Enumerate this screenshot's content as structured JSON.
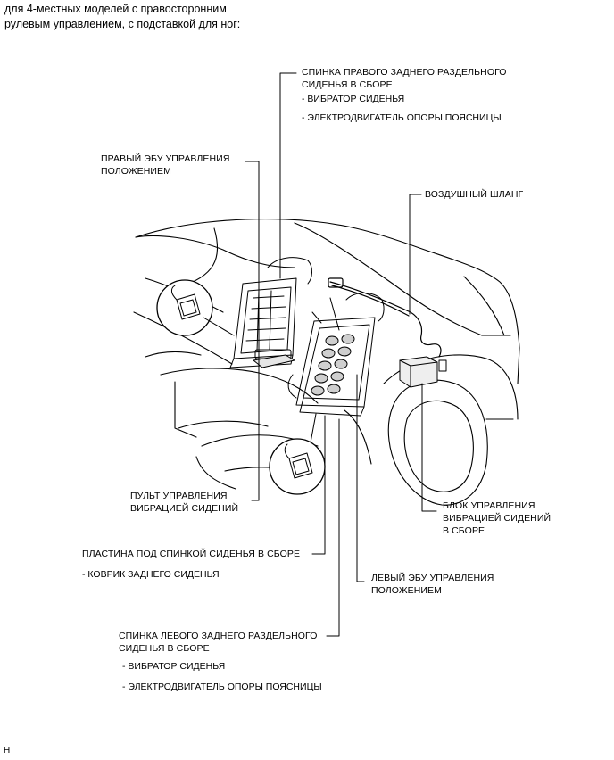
{
  "heading": {
    "line1": "для 4-местных моделей с правосторонним",
    "line2": "рулевым управлением, с подставкой для ног:"
  },
  "callouts": {
    "right_seatback": {
      "line1": "СПИНКА ПРАВОГО ЗАДНЕГО РАЗДЕЛЬНОГО",
      "line2": "СИДЕНЬЯ В СБОРЕ",
      "item1": "- ВИБРАТОР СИДЕНЬЯ",
      "item2": "- ЭЛЕКТРОДВИГАТЕЛЬ ОПОРЫ ПОЯСНИЦЫ"
    },
    "right_ecu": {
      "line1": "ПРАВЫЙ ЭБУ УПРАВЛЕНИЯ",
      "line2": "ПОЛОЖЕНИЕМ"
    },
    "air_hose": {
      "line1": "ВОЗДУШНЫЙ ШЛАНГ"
    },
    "vibration_switch": {
      "line1": "ПУЛЬТ УПРАВЛЕНИЯ",
      "line2": "ВИБРАЦИЕЙ СИДЕНИЙ"
    },
    "vibration_control_unit": {
      "line1": "БЛОК УПРАВЛЕНИЯ",
      "line2": "ВИБРАЦИЕЙ СИДЕНИЙ",
      "line3": "В СБОРЕ"
    },
    "seatback_board": {
      "line1": "ПЛАСТИНА ПОД СПИНКОЙ СИДЕНЬЯ В СБОРЕ",
      "item1": "- КОВРИК ЗАДНЕГО СИДЕНЬЯ"
    },
    "left_ecu": {
      "line1": "ЛЕВЫЙ ЭБУ УПРАВЛЕНИЯ",
      "line2": "ПОЛОЖЕНИЕМ"
    },
    "left_seatback": {
      "line1": "СПИНКА ЛЕВОГО ЗАДНЕГО РАЗДЕЛЬНОГО",
      "line2": "СИДЕНЬЯ В СБОРЕ",
      "item1": "- ВИБРАТОР СИДЕНЬЯ",
      "item2": "- ЭЛЕКТРОДВИГАТЕЛЬ ОПОРЫ ПОЯСНИЦЫ"
    }
  },
  "figure_code": "H"
}
